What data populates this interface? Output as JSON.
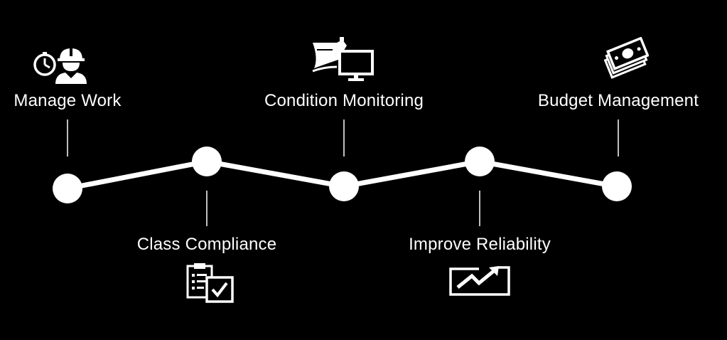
{
  "colors": {
    "background": "#000000",
    "foreground": "#ffffff"
  },
  "steps": [
    {
      "label": "Manage Work",
      "icon": "clock-worker-icon",
      "position": "top"
    },
    {
      "label": "Class Compliance",
      "icon": "checklist-icon",
      "position": "bottom"
    },
    {
      "label": "Condition Monitoring",
      "icon": "ship-monitor-icon",
      "position": "top"
    },
    {
      "label": "Improve Reliability",
      "icon": "trend-up-icon",
      "position": "bottom"
    },
    {
      "label": "Budget Management",
      "icon": "money-icon",
      "position": "top"
    }
  ]
}
